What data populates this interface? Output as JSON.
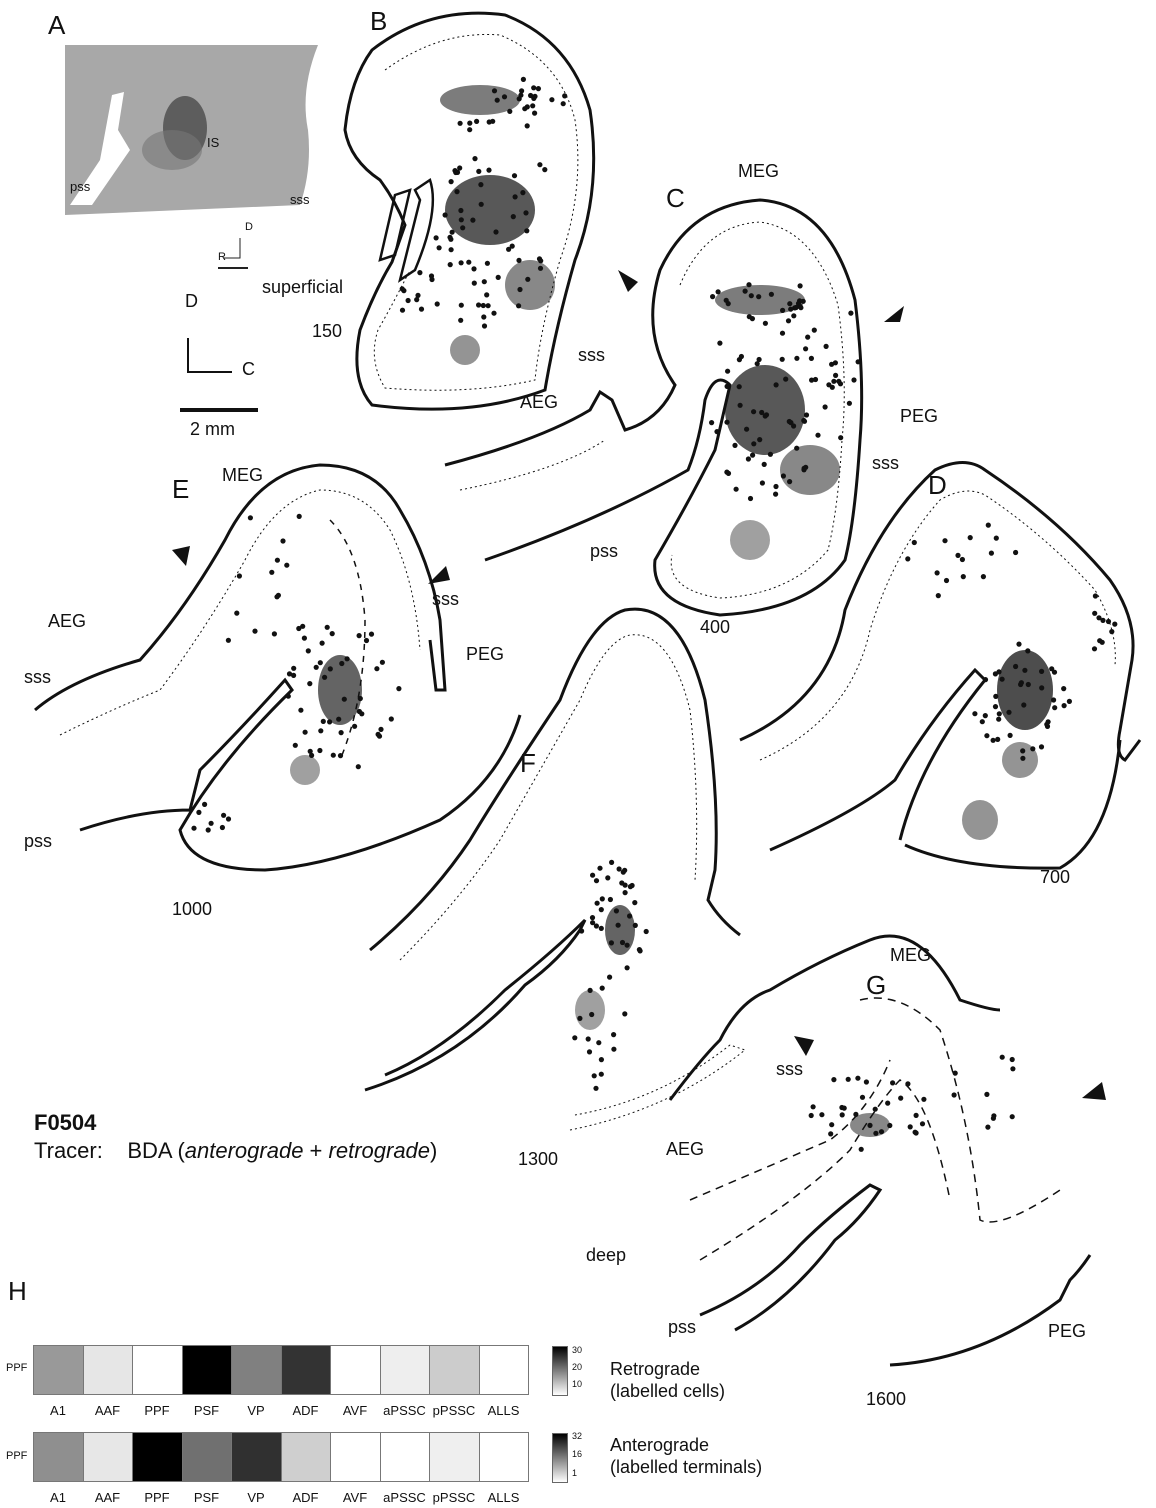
{
  "panel_labels": {
    "A": "A",
    "B": "B",
    "C": "C",
    "D": "D",
    "E": "E",
    "F": "F",
    "G": "G",
    "H": "H"
  },
  "anatomy": {
    "is": "IS",
    "pss": "pss",
    "sss": "sss",
    "meg": "MEG",
    "aeg": "AEG",
    "peg": "PEG",
    "superficial": "superficial",
    "deep": "deep"
  },
  "orientation": {
    "inset_d": "D",
    "inset_r": "R",
    "d": "D",
    "c": "C",
    "scale": "2 mm"
  },
  "depths": {
    "b": "150",
    "c": "400",
    "d": "700",
    "e": "1000",
    "f": "1300",
    "g": "1600"
  },
  "case": {
    "id": "F0504",
    "tracer_label": "Tracer:",
    "tracer_name": "BDA (",
    "tracer_antero": "anterograde",
    "tracer_plus": " + ",
    "tracer_retro": "retrograde",
    "tracer_close": ")"
  },
  "heatmap": {
    "row_label": "PPF",
    "areas": [
      "A1",
      "AAF",
      "PPF",
      "PSF",
      "VP",
      "ADF",
      "AVF",
      "aPSSC",
      "pPSSC",
      "ALLS"
    ],
    "retrograde": {
      "title": "Retrograde",
      "subtitle": "(labelled cells)",
      "ticks": [
        "30",
        "20",
        "10"
      ],
      "values": [
        12,
        3,
        0,
        30,
        15,
        24,
        0,
        2,
        6,
        0
      ],
      "max": 30
    },
    "anterograde": {
      "title": "Anterograde",
      "subtitle": "(labelled terminals)",
      "ticks": [
        "32",
        "16",
        "1"
      ],
      "values": [
        14,
        3,
        32,
        18,
        26,
        6,
        0,
        0,
        2,
        0
      ],
      "max": 32
    }
  }
}
